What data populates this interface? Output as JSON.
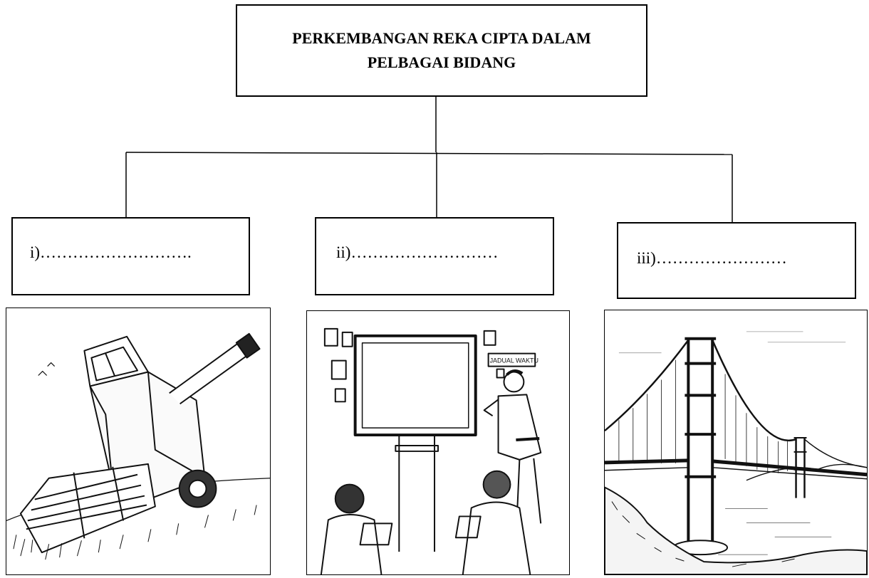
{
  "title": {
    "line1": "PERKEMBANGAN REKA CIPTA DALAM",
    "line2": "PELBAGAI BIDANG"
  },
  "branches": [
    {
      "label": "i)……………………….",
      "picture": "combine-harvester"
    },
    {
      "label": "ii)………………………",
      "picture": "classroom-smartboard"
    },
    {
      "label": "iii)……………………",
      "picture": "suspension-bridge"
    }
  ],
  "picture_text": {
    "board_caption": "JADUAL WAKTU"
  }
}
